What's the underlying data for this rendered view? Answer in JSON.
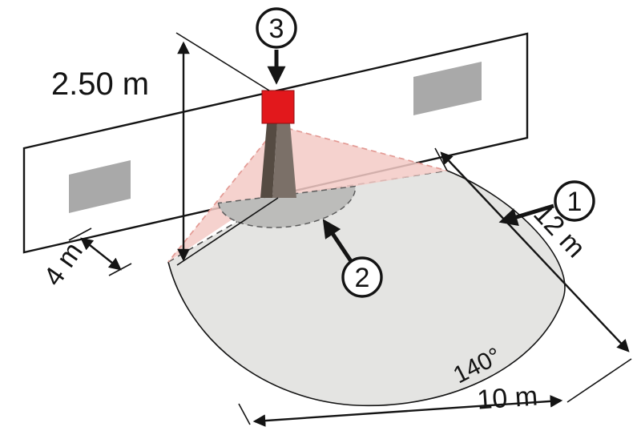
{
  "diagram": {
    "dimensions": {
      "mounting_height": "2.50 m",
      "lateral_reach": "4 m",
      "frontal_reach": "12 m",
      "coverage_width": "10 m",
      "detection_angle": "140°"
    },
    "callouts": [
      {
        "number": "1"
      },
      {
        "number": "2"
      },
      {
        "number": "3"
      }
    ],
    "colors": {
      "sensor_red": "#e2181c",
      "beam_pink": "#f3cac5",
      "zone_light": "#e4e4e2",
      "zone_mid": "#bcbcba",
      "window_gray": "#a9a9a9",
      "pillar_dark": "#554b42",
      "pillar_light": "#7b7068",
      "wall_white": "#ffffff"
    }
  }
}
